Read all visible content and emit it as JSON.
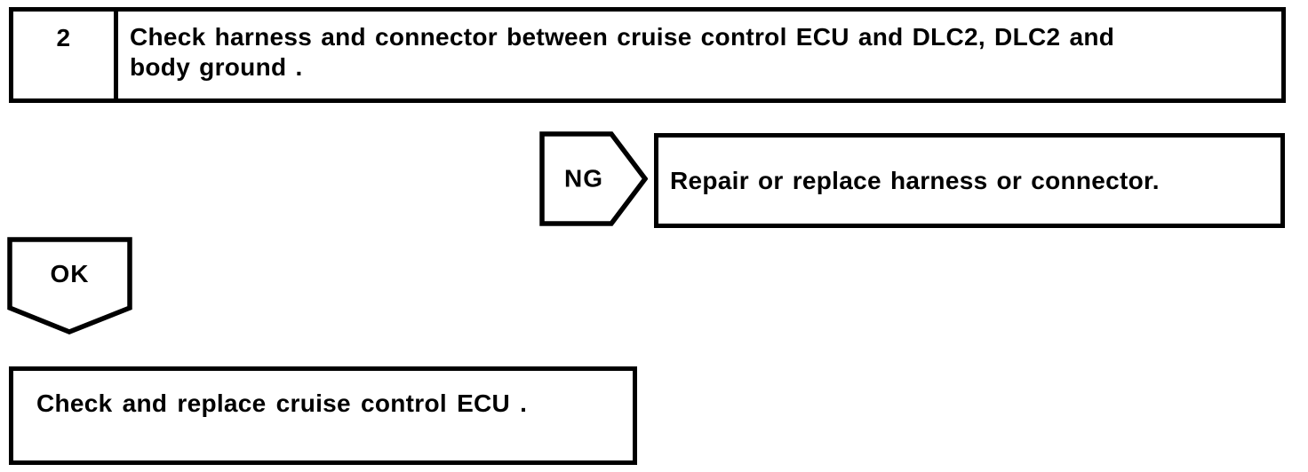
{
  "page": {
    "background_color": "#ffffff",
    "ink_color": "#000000"
  },
  "flowchart": {
    "step": {
      "number": "2",
      "instruction": "Check harness and connector between cruise control ECU and DLC2, DLC2 and\nbody ground ."
    },
    "ng_branch": {
      "label": "NG",
      "shape": "pentagon-arrow-right",
      "action": "Repair or replace harness or connector."
    },
    "ok_branch": {
      "label": "OK",
      "shape": "pentagon-arrow-down",
      "action": "Check and replace cruise control ECU ."
    }
  }
}
